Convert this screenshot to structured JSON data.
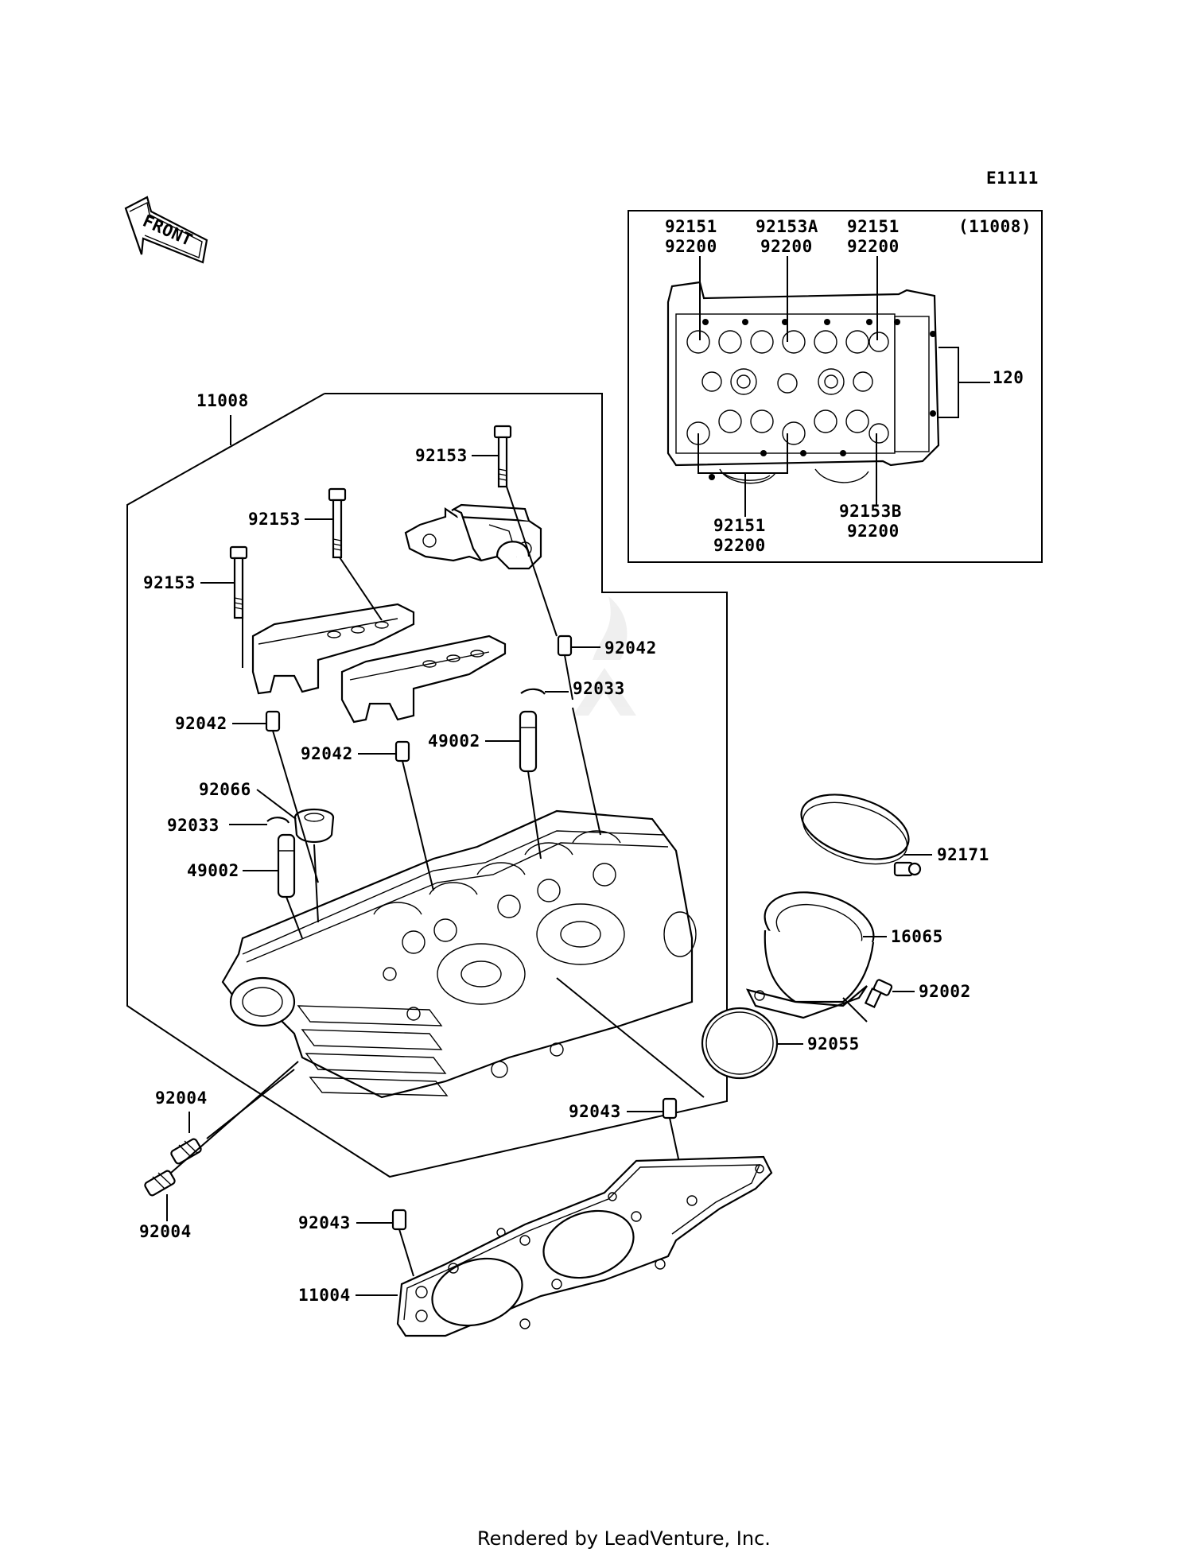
{
  "diagram_code": "E1111",
  "front_label": "FRONT",
  "footer": "Rendered by LeadVenture, Inc.",
  "inset": {
    "ref": "(11008)",
    "labels": {
      "top_left_1": "92151",
      "top_left_2": "92200",
      "top_mid_1": "92153A",
      "top_mid_2": "92200",
      "top_right_1": "92151",
      "top_right_2": "92200",
      "side": "120",
      "bottom_left_1": "92151",
      "bottom_left_2": "92200",
      "bottom_right_1": "92153B",
      "bottom_right_2": "92200"
    }
  },
  "parts": {
    "p11008": "11008",
    "p92153_a": "92153",
    "p92153_b": "92153",
    "p92153_c": "92153",
    "p92042_a": "92042",
    "p92042_b": "92042",
    "p92042_c": "92042",
    "p92033_a": "92033",
    "p92033_b": "92033",
    "p49002_a": "49002",
    "p49002_b": "49002",
    "p92066": "92066",
    "p92171": "92171",
    "p16065": "16065",
    "p92002": "92002",
    "p92055": "92055",
    "p92043_a": "92043",
    "p92043_b": "92043",
    "p92004_a": "92004",
    "p92004_b": "92004",
    "p11004": "11004"
  }
}
